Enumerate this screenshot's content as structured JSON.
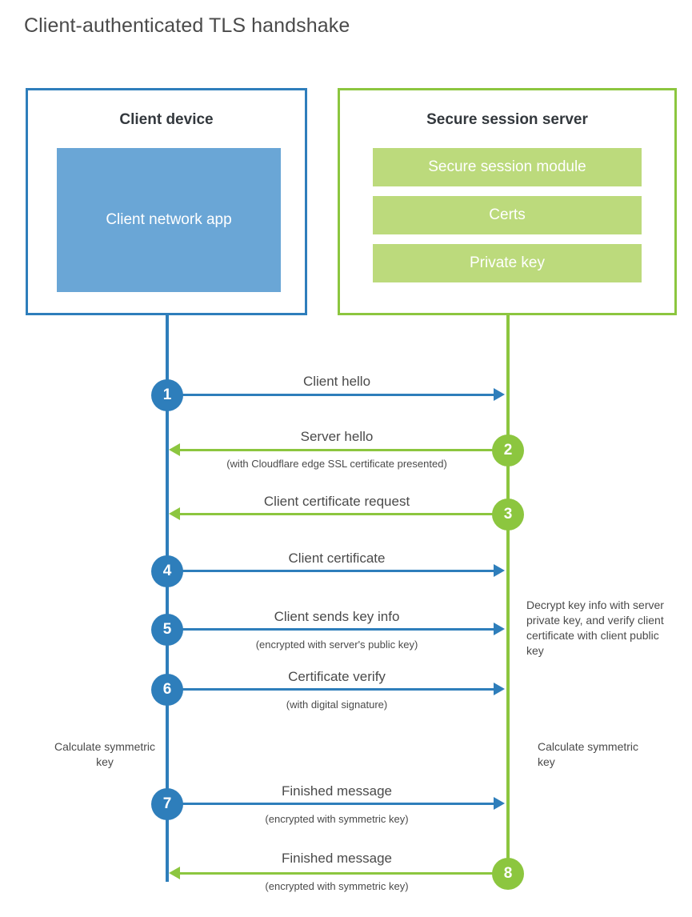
{
  "title": "Client-authenticated TLS handshake",
  "colors": {
    "client_blue": "#2e7ebb",
    "client_app_fill": "#6aa6d6",
    "server_green": "#8cc63f",
    "server_module_fill": "#bcda7c",
    "text": "#4a4a4a",
    "background": "#ffffff"
  },
  "actors": {
    "client": {
      "title": "Client device",
      "app_label": "Client network app"
    },
    "server": {
      "title": "Secure session server",
      "modules": [
        "Secure session module",
        "Certs",
        "Private key"
      ]
    }
  },
  "steps": [
    {
      "number": "1",
      "label": "Client hello",
      "sub": "",
      "direction": "client-to-server",
      "color": "blue"
    },
    {
      "number": "2",
      "label": "Server hello",
      "sub": "(with Cloudflare edge SSL certificate presented)",
      "direction": "server-to-client",
      "color": "green"
    },
    {
      "number": "3",
      "label": "Client certificate request",
      "sub": "",
      "direction": "server-to-client",
      "color": "green"
    },
    {
      "number": "4",
      "label": "Client certificate",
      "sub": "",
      "direction": "client-to-server",
      "color": "blue"
    },
    {
      "number": "5",
      "label": "Client sends key info",
      "sub": "(encrypted with server's public key)",
      "direction": "client-to-server",
      "color": "blue"
    },
    {
      "number": "6",
      "label": "Certificate verify",
      "sub": "(with digital signature)",
      "direction": "client-to-server",
      "color": "blue"
    },
    {
      "number": "7",
      "label": "Finished message",
      "sub": "(encrypted with symmetric key)",
      "direction": "client-to-server",
      "color": "blue"
    },
    {
      "number": "8",
      "label": "Finished message",
      "sub": "(encrypted with symmetric key)",
      "direction": "server-to-client",
      "color": "green"
    }
  ],
  "notes": {
    "server_decrypt": "Decrypt key info with server private key, and verify client certificate with client public key",
    "client_calculate": "Calculate symmetric key",
    "server_calculate": "Calculate symmetric key"
  }
}
